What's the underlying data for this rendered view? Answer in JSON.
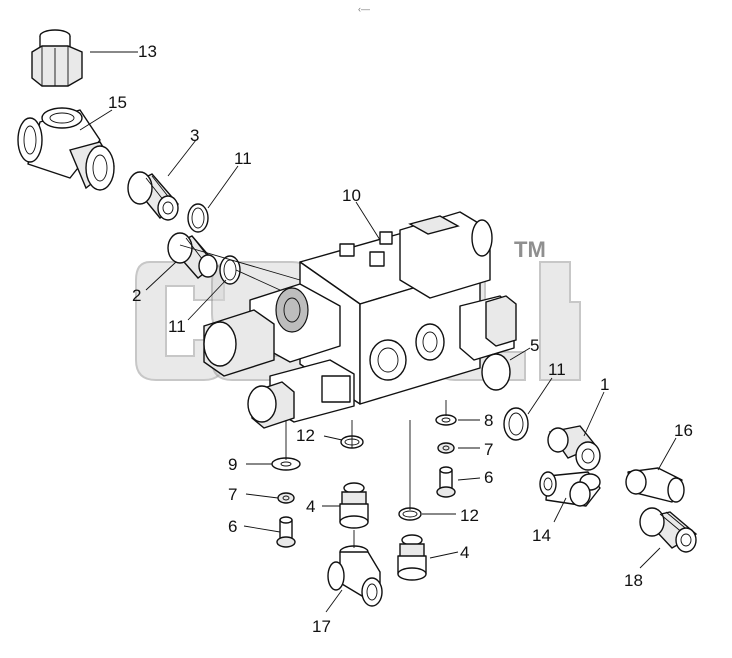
{
  "diagram": {
    "header_mark": "‹—",
    "watermark_tm": "TM",
    "callouts": [
      {
        "id": "13",
        "label": "13"
      },
      {
        "id": "15",
        "label": "15"
      },
      {
        "id": "3",
        "label": "3"
      },
      {
        "id": "11a",
        "label": "11"
      },
      {
        "id": "10",
        "label": "10"
      },
      {
        "id": "2",
        "label": "2"
      },
      {
        "id": "11b",
        "label": "11"
      },
      {
        "id": "5",
        "label": "5"
      },
      {
        "id": "11c",
        "label": "11"
      },
      {
        "id": "1",
        "label": "1"
      },
      {
        "id": "16",
        "label": "16"
      },
      {
        "id": "8",
        "label": "8"
      },
      {
        "id": "12a",
        "label": "12"
      },
      {
        "id": "7a",
        "label": "7"
      },
      {
        "id": "9",
        "label": "9"
      },
      {
        "id": "6a",
        "label": "6"
      },
      {
        "id": "7b",
        "label": "7"
      },
      {
        "id": "4a",
        "label": "4"
      },
      {
        "id": "14",
        "label": "14"
      },
      {
        "id": "12b",
        "label": "12"
      },
      {
        "id": "6b",
        "label": "6"
      },
      {
        "id": "4b",
        "label": "4"
      },
      {
        "id": "18",
        "label": "18"
      },
      {
        "id": "17",
        "label": "17"
      }
    ]
  }
}
